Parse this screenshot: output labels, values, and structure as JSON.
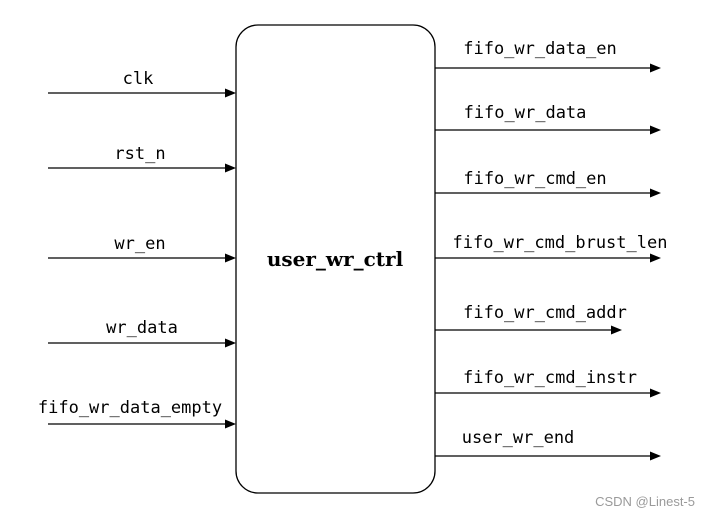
{
  "module": {
    "name": "user_wr_ctrl"
  },
  "inputs": [
    {
      "name": "clk"
    },
    {
      "name": "rst_n"
    },
    {
      "name": "wr_en"
    },
    {
      "name": "wr_data"
    },
    {
      "name": "fifo_wr_data_empty"
    }
  ],
  "outputs": [
    {
      "name": "fifo_wr_data_en"
    },
    {
      "name": "fifo_wr_data"
    },
    {
      "name": "fifo_wr_cmd_en"
    },
    {
      "name": "fifo_wr_cmd_brust_len"
    },
    {
      "name": "fifo_wr_cmd_addr"
    },
    {
      "name": "fifo_wr_cmd_instr"
    },
    {
      "name": "user_wr_end"
    }
  ],
  "watermark": "CSDN @Linest-5"
}
